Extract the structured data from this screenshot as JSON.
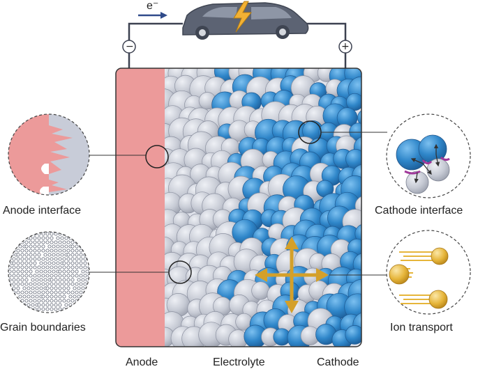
{
  "electron_label": "e⁻",
  "terminals": {
    "negative": "−",
    "positive": "+"
  },
  "callouts": {
    "anode_interface": "Anode interface",
    "cathode_interface": "Cathode interface",
    "grain_boundaries": "Grain boundaries",
    "ion_transport": "Ion transport"
  },
  "layers": {
    "anode": "Anode",
    "electrolyte": "Electrolyte",
    "cathode": "Cathode"
  },
  "colors": {
    "anode": "#ec9a9a",
    "electrolyte_particle": "#c9ccd6",
    "cathode_particle": "#2f86c9",
    "ion_arrow": "#d4a02a",
    "ion_ball": "#e6b53a",
    "car_body": "#5c6373",
    "lightning": "#f2b134",
    "wire": "#3c4150"
  },
  "icons": [
    "car-icon",
    "lightning-icon",
    "electron-arrow-icon"
  ]
}
